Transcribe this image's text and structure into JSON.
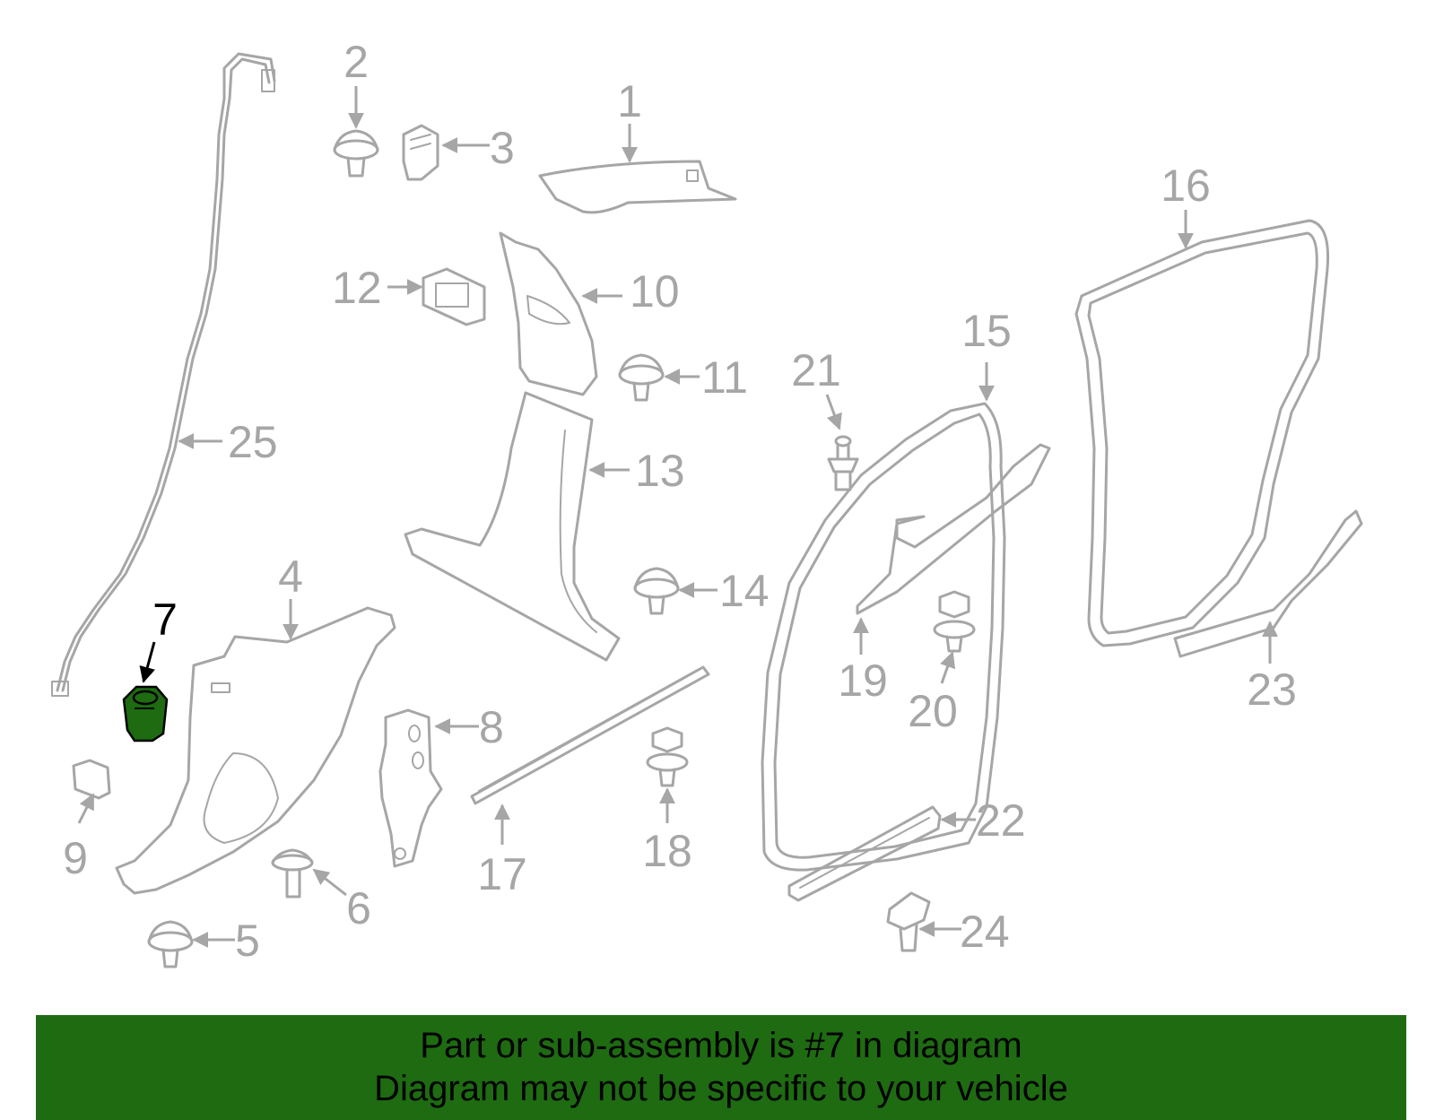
{
  "diagram": {
    "highlighted_part": "7",
    "highlight_color": "#1e6b12",
    "line_color": "#a6a6a6",
    "callouts": [
      "1",
      "2",
      "3",
      "4",
      "5",
      "6",
      "7",
      "8",
      "9",
      "10",
      "11",
      "12",
      "13",
      "14",
      "15",
      "16",
      "17",
      "18",
      "19",
      "20",
      "21",
      "22",
      "23",
      "24",
      "25"
    ]
  },
  "banner": {
    "line1": "Part or sub-assembly is #7 in diagram",
    "line2": "Diagram may not be specific to your vehicle",
    "background": "#1e6b12"
  }
}
